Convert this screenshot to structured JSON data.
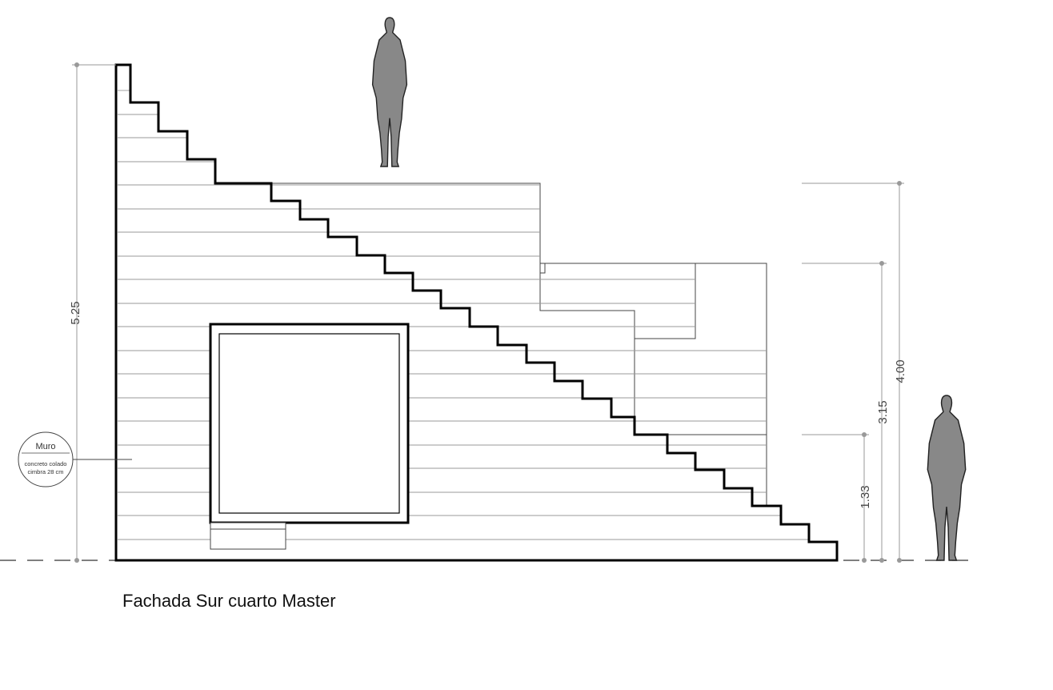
{
  "title": "Fachada Sur cuarto Master",
  "note": {
    "heading": "Muro",
    "line1": "concreto colado",
    "line2": "cimbra 28 cm"
  },
  "dimensions": {
    "total_height": "5.25",
    "roof_height": "4.00",
    "mid_height": "3.15",
    "low_height": "1.33"
  }
}
